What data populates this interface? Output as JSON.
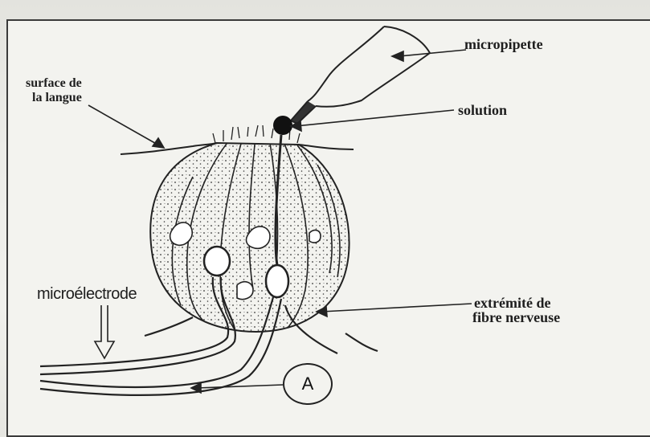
{
  "labels": {
    "micropipette": "micropipette",
    "surface_line1": "surface de",
    "surface_line2": "la langue",
    "solution": "solution",
    "microelectrode": "microélectrode",
    "extremite_line1": "extrémité de",
    "extremite_line2": "fibre nerveuse",
    "circle_letter": "A"
  }
}
